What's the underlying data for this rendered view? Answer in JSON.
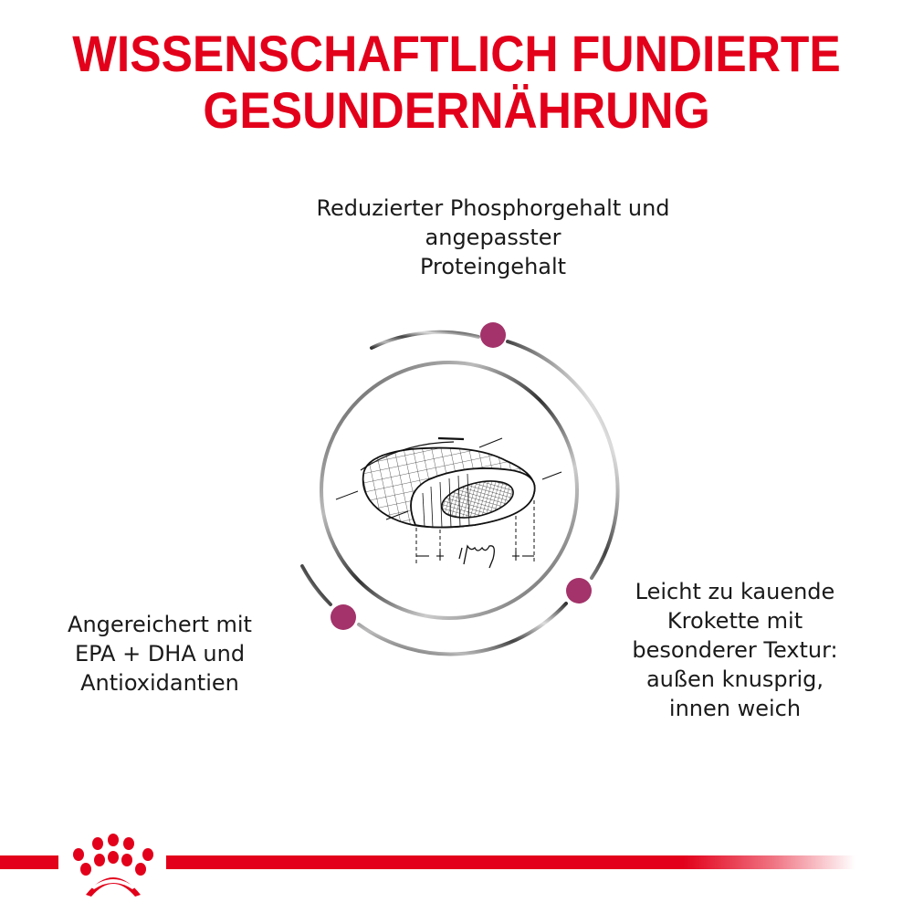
{
  "header": {
    "title_line1": "WISSENSCHAFTLICH FUNDIERTE",
    "title_line2": "GESUNDERNÄHRUNG",
    "title_color": "#e2001a"
  },
  "features": {
    "top": {
      "lines": [
        "Reduzierter Phosphorgehalt und",
        "angepasster",
        "Proteingehalt"
      ]
    },
    "left": {
      "lines": [
        "Angereichert mit",
        "EPA + DHA und",
        "Antioxidantien"
      ]
    },
    "right": {
      "lines": [
        "Leicht zu kauende",
        "Krokette mit",
        "besonderer Textur:",
        "außen knusprig,",
        "innen weich"
      ]
    }
  },
  "graphic": {
    "illustration": "kibble-sketch",
    "dot_color": "#a3336a",
    "ring_color": "#555555"
  },
  "footer": {
    "logo": "royal-canin-crown-logo",
    "bar_color": "#e2001a"
  }
}
